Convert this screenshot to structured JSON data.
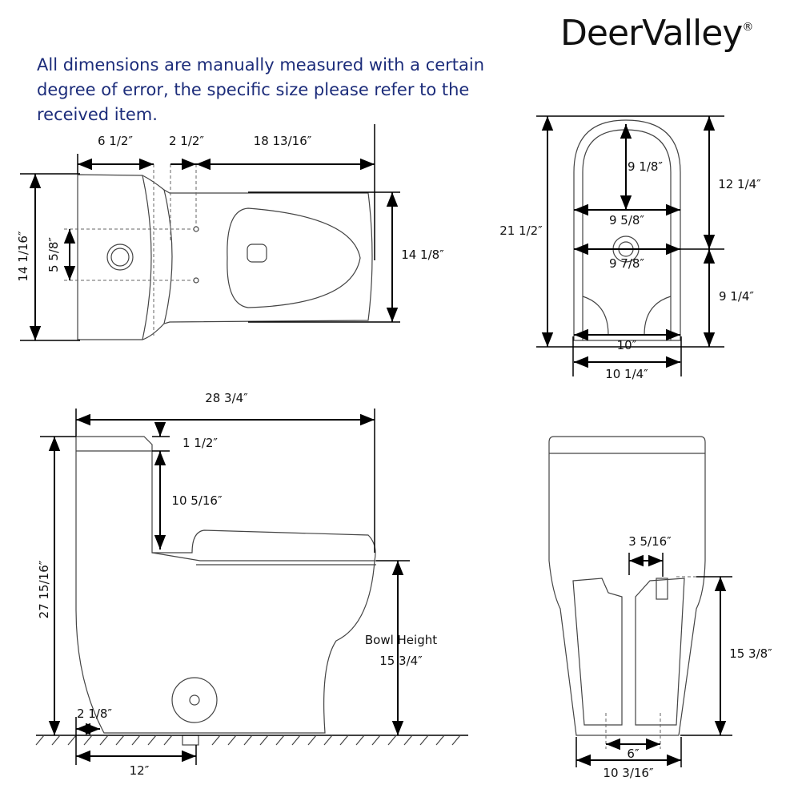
{
  "brand": {
    "name": "DeerValley",
    "mark": "®"
  },
  "note": "All dimensions are manually measured with a certain degree of error, the specific size please refer to the received item.",
  "top_view": {
    "tank_depth": "6 1/2″",
    "gap": "2 1/2″",
    "bowl_length": "18 13/16″",
    "tank_width": "14 1/16″",
    "hole_spacing": "5 5/8″",
    "bowl_width": "14 1/8″"
  },
  "front_view": {
    "height": "21 1/2″",
    "upper": "12 1/4″",
    "lower": "9 1/4″",
    "inner_depth": "9 1/8″",
    "width_a": "9 5/8″",
    "width_b": "9 7/8″",
    "width_c": "10″",
    "width_d": "10 1/4″"
  },
  "side_view": {
    "length": "28 3/4″",
    "total_height": "27 15/16″",
    "lid": "1 1/2″",
    "tank_to_seat": "10 5/16″",
    "bowl_height_label": "Bowl Height",
    "bowl_height": "15 3/4″",
    "base_offset": "2 1/8″",
    "rough_in": "12″"
  },
  "back_view": {
    "supply_offset": "3 5/16″",
    "supply_height": "15 3/8″",
    "bolt_spacing": "6″",
    "base_width": "10 3/16″"
  }
}
